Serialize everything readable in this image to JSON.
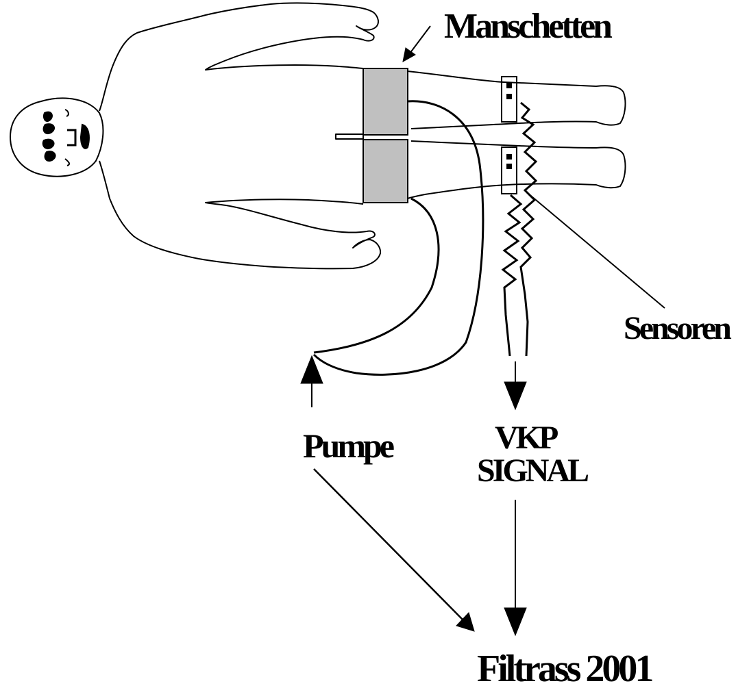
{
  "labels": {
    "cuffs": "Manschetten",
    "sensors": "Sensoren",
    "pump": "Pumpe",
    "signal_line1": "VKP",
    "signal_line2": "SIGNAL",
    "device": "Filtrass 2001"
  },
  "colors": {
    "cuff_fill": "#c0c0c0",
    "stroke": "#000000",
    "background": "#ffffff"
  }
}
